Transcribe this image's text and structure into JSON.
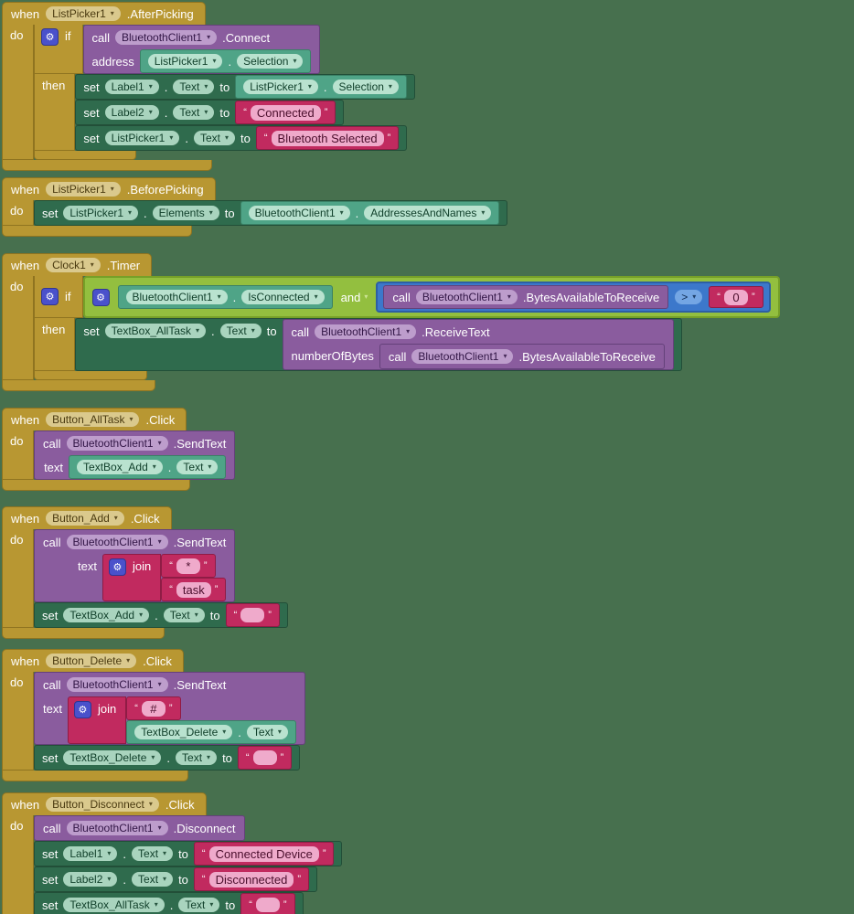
{
  "colors": {
    "background": "#47704E",
    "event_gold": "#B89732",
    "call_purple": "#8A5C9E",
    "setter_green": "#2F6B4D",
    "getter_teal": "#4FA487",
    "logic_green": "#93BF3F",
    "math_blue": "#3C78CB",
    "text_crimson": "#C12A5F"
  },
  "icons": {
    "gear": "⚙",
    "dropdown": "▾"
  },
  "t": {
    "when": "when",
    "do": "do",
    "if": "if",
    "then": "then",
    "set": "set",
    "to": "to",
    "call": "call",
    "join": "join",
    "and": "and",
    "dot": ".",
    "gt": ">",
    "q_open": "“",
    "q_close": "”"
  },
  "blocks": {
    "afterPicking": {
      "component": "ListPicker1",
      "event": ".AfterPicking",
      "connect": {
        "component": "BluetoothClient1",
        "method": ".Connect",
        "param": "address",
        "arg": {
          "comp": "ListPicker1",
          "prop": "Selection"
        }
      },
      "set1": {
        "comp": "Label1",
        "prop": "Text",
        "value": {
          "comp": "ListPicker1",
          "prop": "Selection"
        }
      },
      "set2": {
        "comp": "Label2",
        "prop": "Text",
        "value": "Connected"
      },
      "set3": {
        "comp": "ListPicker1",
        "prop": "Text",
        "value": "Bluetooth Selected"
      }
    },
    "beforePicking": {
      "component": "ListPicker1",
      "event": ".BeforePicking",
      "set": {
        "comp": "ListPicker1",
        "prop": "Elements",
        "value": {
          "comp": "BluetoothClient1",
          "prop": "AddressesAndNames"
        }
      }
    },
    "timer": {
      "component": "Clock1",
      "event": ".Timer",
      "left": {
        "comp": "BluetoothClient1",
        "prop": "IsConnected"
      },
      "op": "and",
      "cmpCall": {
        "component": "BluetoothClient1",
        "method": ".BytesAvailableToReceive"
      },
      "cmpOp": ">",
      "cmpValue": "0",
      "set": {
        "comp": "TextBox_AllTask",
        "prop": "Text"
      },
      "receive": {
        "component": "BluetoothClient1",
        "method": ".ReceiveText",
        "param": "numberOfBytes"
      },
      "bytesCall": {
        "component": "BluetoothClient1",
        "method": ".BytesAvailableToReceive"
      }
    },
    "allTask": {
      "component": "Button_AllTask",
      "event": ".Click",
      "send": {
        "component": "BluetoothClient1",
        "method": ".SendText",
        "param": "text",
        "arg": {
          "comp": "TextBox_Add",
          "prop": "Text"
        }
      }
    },
    "add": {
      "component": "Button_Add",
      "event": ".Click",
      "send": {
        "component": "BluetoothClient1",
        "method": ".SendText",
        "param": "text"
      },
      "join1": "*",
      "join2": "task",
      "set": {
        "comp": "TextBox_Add",
        "prop": "Text",
        "value": ""
      }
    },
    "del": {
      "component": "Button_Delete",
      "event": ".Click",
      "send": {
        "component": "BluetoothClient1",
        "method": ".SendText",
        "param": "text"
      },
      "join1": "#",
      "join2": {
        "comp": "TextBox_Delete",
        "prop": "Text"
      },
      "set": {
        "comp": "TextBox_Delete",
        "prop": "Text",
        "value": ""
      }
    },
    "disconnect": {
      "component": "Button_Disconnect",
      "event": ".Click",
      "call": {
        "component": "BluetoothClient1",
        "method": ".Disconnect"
      },
      "set1": {
        "comp": "Label1",
        "prop": "Text",
        "value": "Connected Device"
      },
      "set2": {
        "comp": "Label2",
        "prop": "Text",
        "value": "Disconnected"
      },
      "set3": {
        "comp": "TextBox_AllTask",
        "prop": "Text",
        "value": ""
      }
    }
  }
}
